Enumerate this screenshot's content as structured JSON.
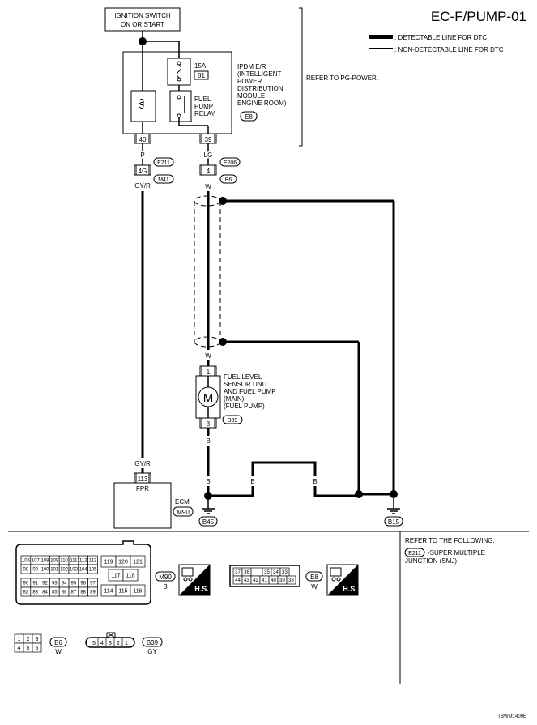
{
  "header": {
    "title": "EC-F/PUMP-01",
    "legend_detectable": ": DETECTABLE LINE FOR DTC",
    "legend_non_detectable": ": NON-DETECTABLE LINE FOR DTC"
  },
  "ignition": {
    "line1": "IGNITION SWITCH",
    "line2": "ON OR START"
  },
  "ipdm": {
    "fuse_amp": "15A",
    "fuse_num": "81",
    "relay_l1": "FUEL",
    "relay_l2": "PUMP",
    "relay_l3": "RELAY",
    "name_l1": "IPDM E/R",
    "name_l2": "(INTELLIGENT",
    "name_l3": "POWER",
    "name_l4": "DISTRIBUTION",
    "name_l5": "MODULE",
    "name_l6": "ENGINE ROOM)",
    "conn": "E8",
    "refer": "REFER TO PG-POWER.",
    "pin_left": "40",
    "pin_right": "39"
  },
  "wires": {
    "p": "P",
    "lg": "LG",
    "gyr_top": "GY/R",
    "w1": "W",
    "w2": "W",
    "b1": "B",
    "b2": "B",
    "b3": "B",
    "b4": "B",
    "gyr_ecm": "GY/R"
  },
  "joints": {
    "left_pin": "4G",
    "left_c1": "E211",
    "left_c2": "M41",
    "right_pin": "4",
    "right_c1": "E206",
    "right_c2": "B6"
  },
  "pump": {
    "pin_top": "1",
    "pin_bottom": "3",
    "motor": "M",
    "l1": "FUEL LEVEL",
    "l2": "SENSOR UNIT",
    "l3": "AND FUEL PUMP",
    "l4": "(MAIN)",
    "l5": "(FUEL PUMP)",
    "conn": "B39"
  },
  "ecm": {
    "pin": "113",
    "label": "FPR",
    "name": "ECM",
    "conn": "M90"
  },
  "grounds": {
    "g1": "B45",
    "g2": "B15"
  },
  "connectors": {
    "m90": {
      "id": "M90",
      "color": "B",
      "rows": [
        [
          "106",
          "107",
          "108",
          "109",
          "110",
          "111",
          "112",
          "113"
        ],
        [
          "98",
          "99",
          "100",
          "101",
          "102",
          "103",
          "104",
          "105"
        ],
        [
          "90",
          "91",
          "92",
          "93",
          "94",
          "95",
          "96",
          "97"
        ],
        [
          "82",
          "83",
          "84",
          "85",
          "86",
          "87",
          "88",
          "89"
        ]
      ],
      "mid_top": [
        "119",
        "120",
        "121"
      ],
      "mid_center": [
        "117",
        "118"
      ],
      "mid_bottom": [
        "114",
        "115",
        "116"
      ]
    },
    "e8": {
      "id": "E8",
      "color": "W",
      "rows": [
        [
          "37",
          "36",
          "",
          "35",
          "34",
          "33"
        ],
        [
          "44",
          "43",
          "42",
          "41",
          "40",
          "39",
          "38"
        ]
      ]
    },
    "b6": {
      "id": "B6",
      "color": "W",
      "rows": [
        [
          "1",
          "2",
          "3"
        ],
        [
          "4",
          "5",
          "6"
        ]
      ]
    },
    "b39": {
      "id": "B39",
      "color": "GY",
      "pins": [
        "5",
        "4",
        "3",
        "2",
        "1"
      ]
    },
    "hs": "H.S."
  },
  "refer_box": {
    "l1": "REFER TO THE FOLLOWING.",
    "conn": "E211",
    "l2": "-SUPER MULTIPLE",
    "l3": "JUNCTION (SMJ)"
  },
  "footer_code": "TBWM1409E"
}
